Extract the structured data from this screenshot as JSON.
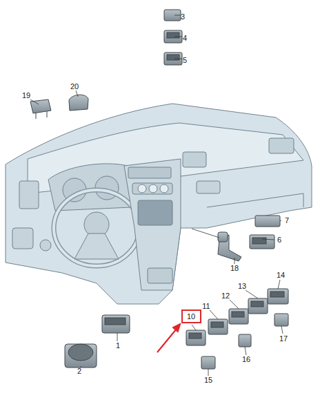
{
  "diagram": {
    "nodes": [
      {
        "text": [
          "10"
        ]
      }
    ],
    "labels": [
      "3",
      "4",
      "5",
      "19",
      "20",
      "7",
      "6",
      "18",
      "14",
      "13",
      "12",
      "11",
      "17",
      "1",
      "16",
      "2",
      "15"
    ]
  }
}
